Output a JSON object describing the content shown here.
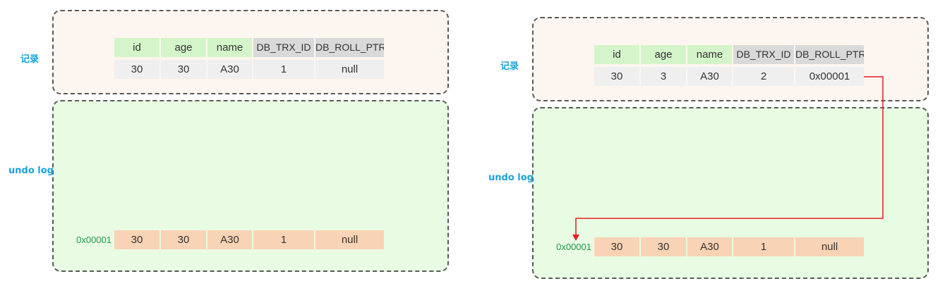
{
  "labels": {
    "record": "记录",
    "undo_log": "undo log"
  },
  "columns": [
    "id",
    "age",
    "name",
    "DB_TRX_ID",
    "DB_ROLL_PTR"
  ],
  "left": {
    "record_values": [
      "30",
      "30",
      "A30",
      "1",
      "null"
    ],
    "undo_address": "0x00001",
    "undo_values": [
      "30",
      "30",
      "A30",
      "1",
      "null"
    ]
  },
  "right": {
    "record_values": [
      "30",
      "3",
      "A30",
      "2",
      "0x00001"
    ],
    "undo_address": "0x00001",
    "undo_values": [
      "30",
      "30",
      "A30",
      "1",
      "null"
    ]
  },
  "colors": {
    "label": "#1aa3dc",
    "address": "#1f9a4a",
    "pointer_arrow": "#e02020",
    "record_panel": "#fdf5ef",
    "undo_panel": "#e8fbe3"
  }
}
